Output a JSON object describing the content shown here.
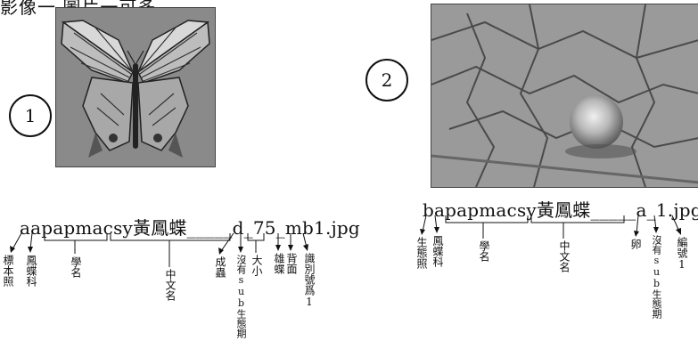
{
  "top_text": "影像一 圖片一可多",
  "panel1": {
    "marker": "1",
    "filename": "aapapmacsy黃鳳蝶_____d_75_mb1.jpg",
    "labels": {
      "specimen": "標本照",
      "family": "鳳蝶科",
      "scientific": "學名",
      "chinese": "中文名",
      "adult": "成蟲",
      "no_sub": "沒有sub生態期",
      "size": "大小",
      "male": "雄蝶",
      "back": "背面",
      "id_no": "識別號爲1"
    }
  },
  "panel2": {
    "marker": "2",
    "filename": "bapapmacsy黃鳳蝶_____a_1.jpg",
    "labels": {
      "eco": "生態照",
      "family": "鳳蝶科",
      "scientific": "學名",
      "chinese": "中文名",
      "egg": "卵",
      "no_sub": "沒有sub生態期",
      "number": "編號1"
    }
  }
}
